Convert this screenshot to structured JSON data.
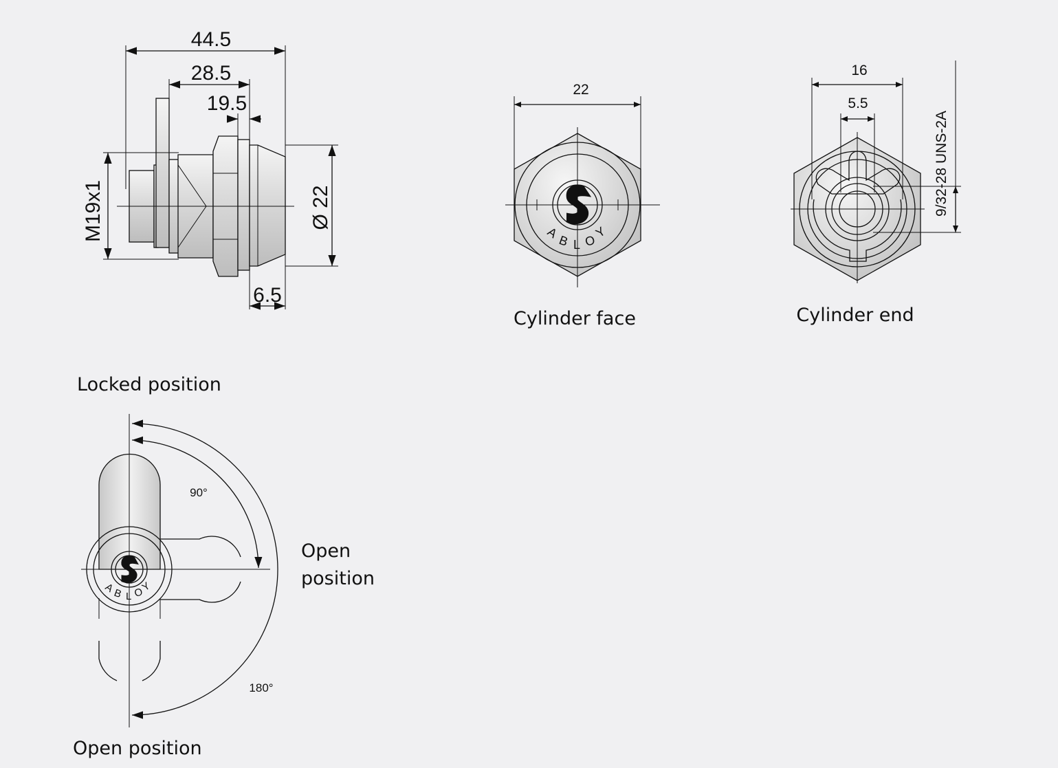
{
  "side_view": {
    "dim_overall": "44.5",
    "dim_body": "28.5",
    "dim_nut": "19.5",
    "dim_thread": "M19x1",
    "dim_diameter": "Ø 22",
    "dim_flange": "6.5"
  },
  "cylinder_face": {
    "dim_width": "22",
    "label": "Cylinder face",
    "logo_text": "ABLOY"
  },
  "cylinder_end": {
    "dim_width": "16",
    "dim_square": "5.5",
    "dim_thread": "9/32-28 UNS-2A",
    "label": "Cylinder end"
  },
  "rotation_view": {
    "locked_label": "Locked position",
    "angle_90": "90°",
    "angle_180": "180°",
    "open_right_line1": "Open",
    "open_right_line2": "position",
    "open_bottom_label": "Open position",
    "logo_text": "ABLOY"
  }
}
